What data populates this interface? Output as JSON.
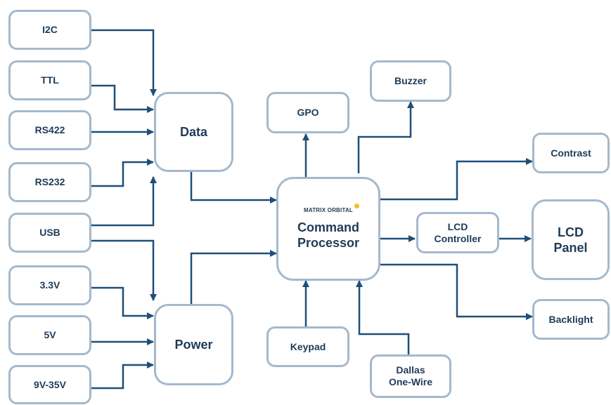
{
  "colors": {
    "box_border": "#a4b9cc",
    "wire": "#1e4f78",
    "text": "#1f3b57",
    "logo_dot": "#f0c020"
  },
  "inputs": {
    "i2c": "I2C",
    "ttl": "TTL",
    "rs422": "RS422",
    "rs232": "RS232",
    "usb": "USB",
    "v33": "3.3V",
    "v5": "5V",
    "v935": "9V-35V"
  },
  "data_block": "Data",
  "power_block": "Power",
  "processor": {
    "logo": "MATRIX ORBITAL",
    "line1": "Command",
    "line2": "Processor"
  },
  "outputs": {
    "gpo": "GPO",
    "buzzer": "Buzzer",
    "contrast": "Contrast",
    "lcd_controller_1": "LCD",
    "lcd_controller_2": "Controller",
    "lcd_panel_1": "LCD",
    "lcd_panel_2": "Panel",
    "backlight": "Backlight",
    "keypad": "Keypad",
    "dallas_1": "Dallas",
    "dallas_2": "One-Wire"
  }
}
